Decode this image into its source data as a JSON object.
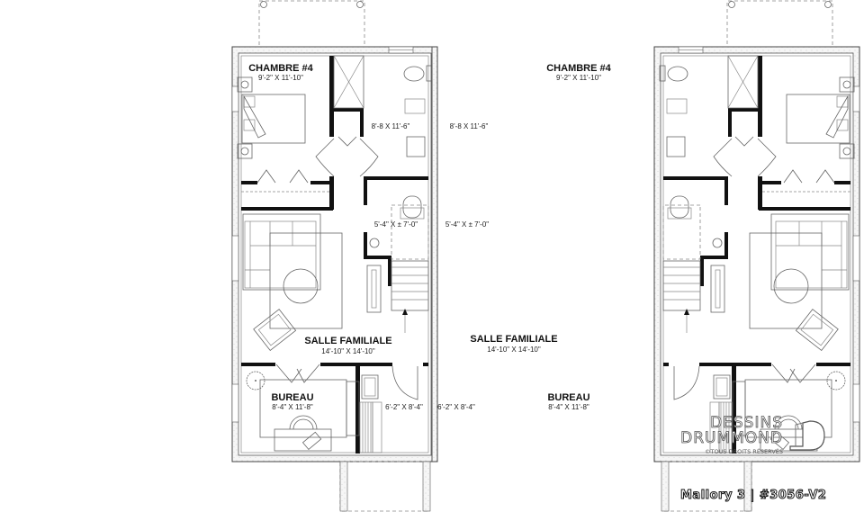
{
  "plan": {
    "left_unit": {
      "bedroom": {
        "title": "CHAMBRE #4",
        "dims": "9'-2\" X 11'-10\""
      },
      "bathroom": {
        "dims": "8'-8 X 11'-6\""
      },
      "utility": {
        "dims": "5'-4\" X ± 7'-0\""
      },
      "family_room": {
        "title": "SALLE FAMILIALE",
        "dims": "14'-10\" X 14'-10\""
      },
      "office": {
        "title": "BUREAU",
        "dims": "8'-4\" X 11'-8\""
      },
      "storage": {
        "dims": "6'-2\" X 8'-4\""
      }
    },
    "right_unit": {
      "bedroom": {
        "title": "CHAMBRE #4",
        "dims": "9'-2\" X 11'-10\""
      },
      "bathroom": {
        "dims": "8'-8 X 11'-6\""
      },
      "utility": {
        "dims": "5'-4\" X ± 7'-0\""
      },
      "family_room": {
        "title": "SALLE FAMILIALE",
        "dims": "14'-10\" X 14'-10\""
      },
      "office": {
        "title": "BUREAU",
        "dims": "8'-4\" X 11'-8\""
      },
      "storage": {
        "dims": "6'-2\" X 8'-4\""
      }
    }
  },
  "branding": {
    "line1": "DESSINS",
    "line2": "DRUMMOND",
    "copyright": "©TOUS DROITS RÉSERVÉS",
    "plan_name": "Mallory 3 | #3056-V2"
  }
}
